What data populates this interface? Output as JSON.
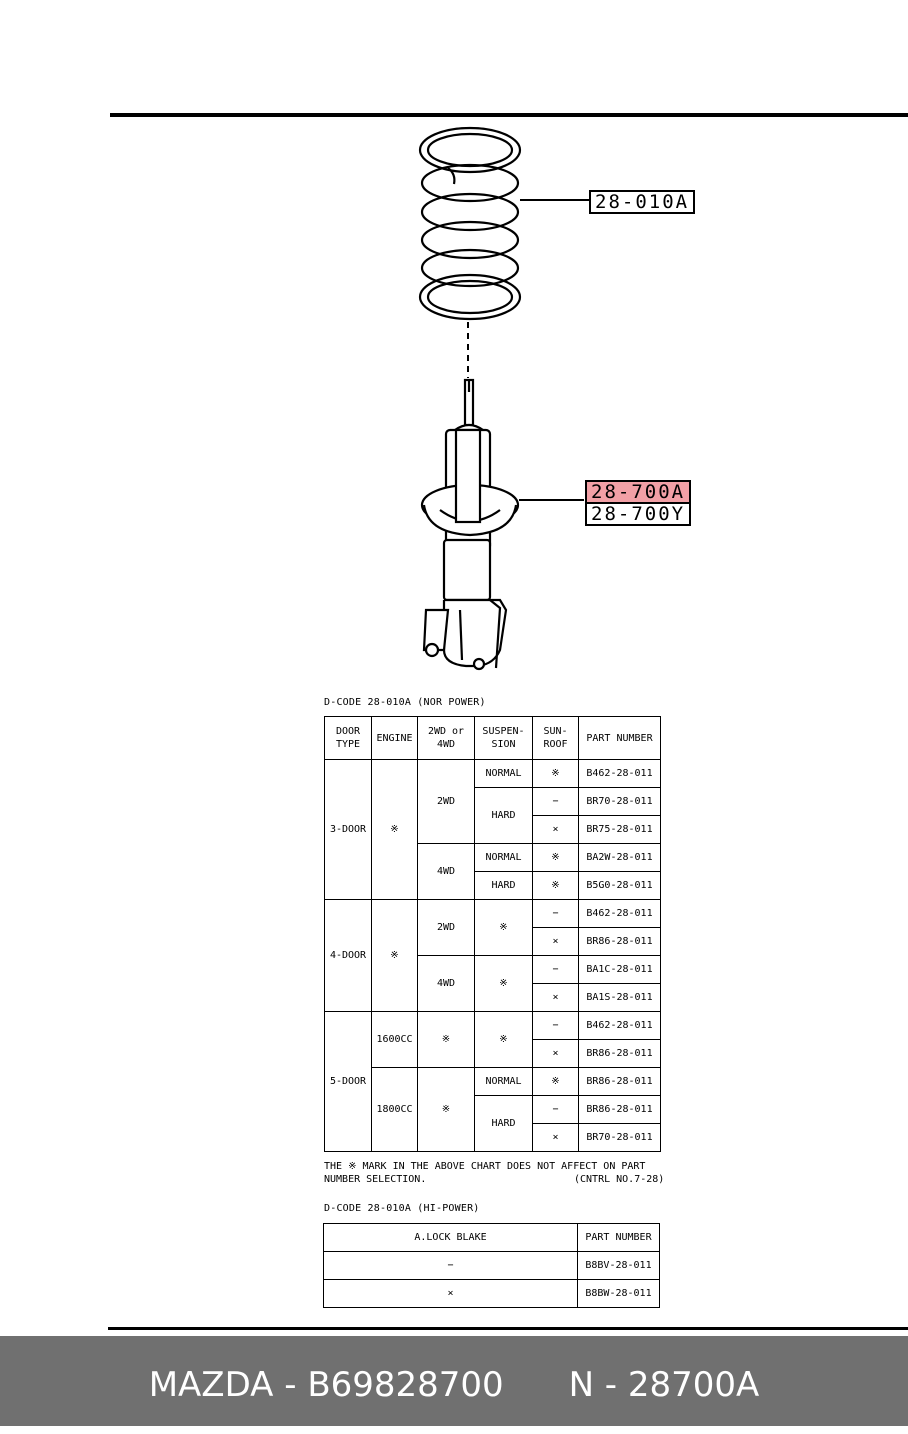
{
  "callouts": {
    "spring": "28-010A",
    "strut_a": "28-700A",
    "strut_y": "28-700Y"
  },
  "highlight_color": "#f2a0a6",
  "table1": {
    "caption": "D-CODE 28-010A  (NOR POWER)",
    "headers": {
      "door": "DOOR\nTYPE",
      "engine": "ENGINE",
      "drive": "2WD or\n4WD",
      "susp": "SUSPEN-\nSION",
      "sunroof": "SUN-\nROOF",
      "part": "PART NUMBER"
    },
    "groups": {
      "door_3": "3-DOOR",
      "door_4": "4-DOOR",
      "door_5": "5-DOOR",
      "eng_3": "※",
      "eng_4": "※",
      "eng_5a": "1600CC",
      "eng_5b": "1800CC",
      "drv_3a": "2WD",
      "drv_3b": "4WD",
      "drv_4a": "2WD",
      "drv_4b": "4WD",
      "drv_5a": "※",
      "drv_5b": "※",
      "sus_3a_normal": "NORMAL",
      "sus_3a_hard": "HARD",
      "sus_3b_normal": "NORMAL",
      "sus_3b_hard": "HARD",
      "sus_4a": "※",
      "sus_4b": "※",
      "sus_5a": "※",
      "sus_5b_normal": "NORMAL",
      "sus_5b_hard": "HARD"
    },
    "rows": [
      {
        "sunroof": "※",
        "part": "B462-28-011"
      },
      {
        "sunroof": "−",
        "part": "BR70-28-011"
      },
      {
        "sunroof": "×",
        "part": "BR75-28-011"
      },
      {
        "sunroof": "※",
        "part": "BA2W-28-011"
      },
      {
        "sunroof": "※",
        "part": "B5G0-28-011"
      },
      {
        "sunroof": "−",
        "part": "B462-28-011"
      },
      {
        "sunroof": "×",
        "part": "BR86-28-011"
      },
      {
        "sunroof": "−",
        "part": "BA1C-28-011"
      },
      {
        "sunroof": "×",
        "part": "BA1S-28-011"
      },
      {
        "sunroof": "−",
        "part": "B462-28-011"
      },
      {
        "sunroof": "×",
        "part": "BR86-28-011"
      },
      {
        "sunroof": "※",
        "part": "BR86-28-011"
      },
      {
        "sunroof": "−",
        "part": "BR86-28-011"
      },
      {
        "sunroof": "×",
        "part": "BR70-28-011"
      }
    ],
    "note": "THE ※ MARK IN THE ABOVE CHART DOES NOT AFFECT ON PART\nNUMBER SELECTION.",
    "note_ref": "(CNTRL NO.7-28)"
  },
  "table2": {
    "caption": "D-CODE 28-010A  (HI-POWER)",
    "headers": {
      "lock": "A.LOCK BLAKE",
      "part": "PART NUMBER"
    },
    "rows": [
      {
        "lock": "−",
        "part": "B8BV-28-011"
      },
      {
        "lock": "×",
        "part": "B8BW-28-011"
      }
    ]
  },
  "footer": {
    "brand": "MAZDA",
    "oem": "B69828700",
    "ref": "N - 28700A"
  }
}
